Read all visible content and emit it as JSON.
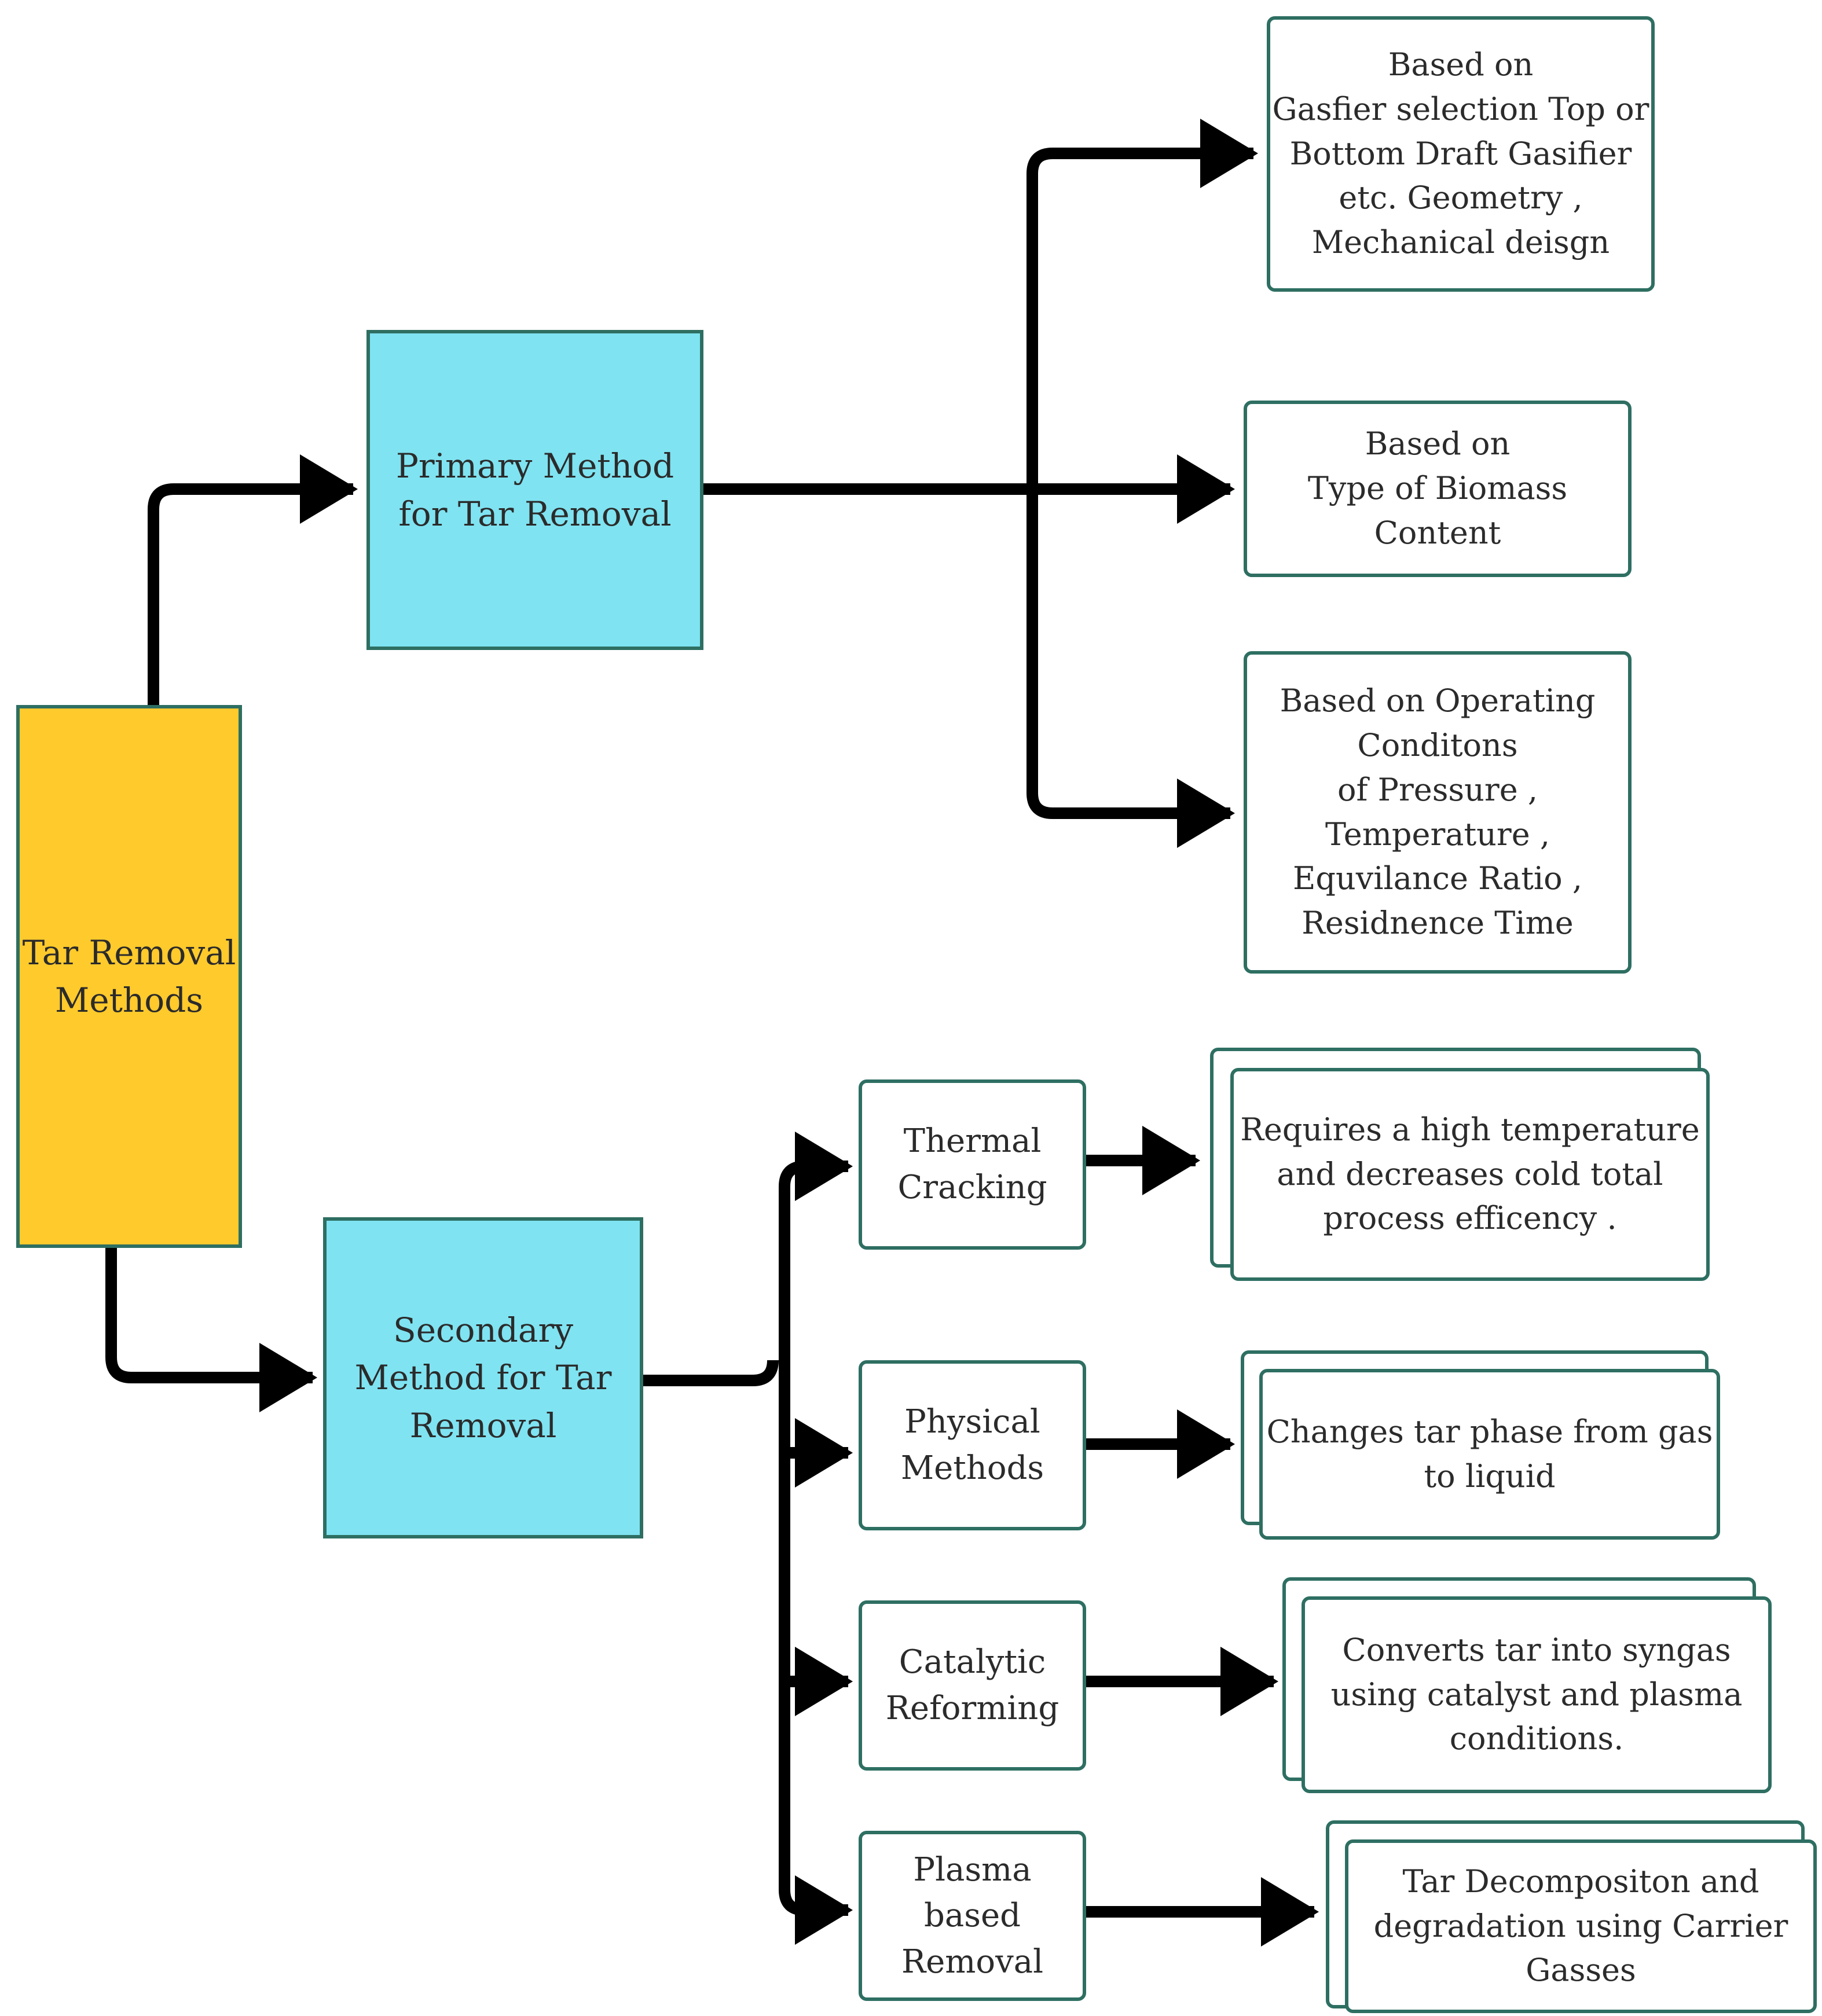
{
  "root": {
    "label": "Tar Removal\nMethods"
  },
  "primary": {
    "label": "Primary Method\nfor Tar Removal",
    "criteria": [
      {
        "label": "Based on\nGasfier selection Top or\nBottom Draft Gasifier\netc. Geometry ,\nMechanical deisgn"
      },
      {
        "label": "Based on\nType of Biomass\nContent"
      },
      {
        "label": "Based on Operating\nConditons\nof Pressure ,\nTemperature ,\nEquvilance Ratio ,\nResidnence Time"
      }
    ]
  },
  "secondary": {
    "label": "Secondary\nMethod for Tar\nRemoval",
    "methods": [
      {
        "label": "Thermal\nCracking",
        "description": "Requires a high temperature\nand decreases cold total\nprocess efficency ."
      },
      {
        "label": "Physical\nMethods",
        "description": "Changes tar phase from gas\nto liquid"
      },
      {
        "label": "Catalytic\nReforming",
        "description": "Converts tar into syngas\nusing catalyst and plasma\nconditions."
      },
      {
        "label": "Plasma based\nRemoval",
        "description": "Tar Decompositon and\ndegradation using Carrier\nGasses"
      }
    ]
  },
  "colors": {
    "root_fill": "#ffca2c",
    "method_fill": "#7fe3f1",
    "border": "#2e6f62",
    "connector": "#000000"
  }
}
